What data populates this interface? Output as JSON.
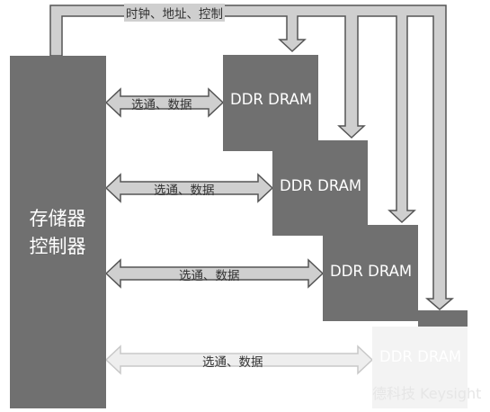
{
  "controller": {
    "line1": "存储器",
    "line2": "控制器"
  },
  "top_bus": {
    "label": "时钟、地址、控制"
  },
  "data_bus": [
    {
      "label": "选通、数据"
    },
    {
      "label": "选通、数据"
    },
    {
      "label": "选通、数据"
    },
    {
      "label": "选通、数据"
    }
  ],
  "dram_modules": [
    {
      "label": "DDR DRAM"
    },
    {
      "label": "DDR DRAM"
    },
    {
      "label": "DDR DRAM"
    },
    {
      "label": "DDR DRAM"
    }
  ],
  "watermark": "德科技 Keysight",
  "colors": {
    "block": "#707070",
    "arrow_fill": "#cfcfcf",
    "arrow_stroke": "#555555",
    "faded": "#f3f3f3"
  }
}
